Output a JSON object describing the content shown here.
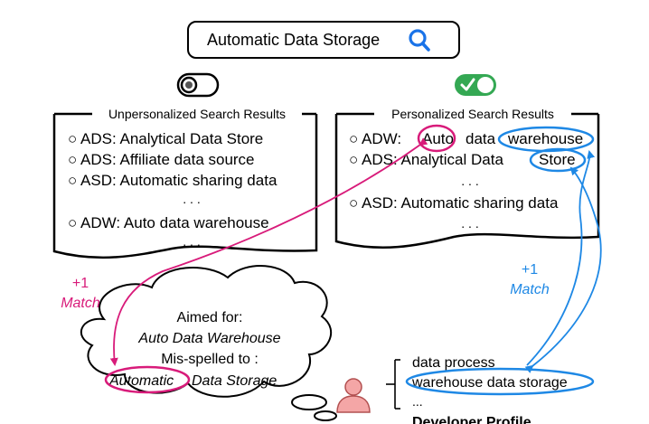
{
  "search": {
    "query": "Automatic Data Storage",
    "icon": "search-icon",
    "icon_color": "#1a73e8"
  },
  "toggles": {
    "off_icon": "toggle-off-icon",
    "on_icon": "toggle-on-icon",
    "on_color": "#34a853"
  },
  "unpersonalized": {
    "title": "Unpersonalized Search Results",
    "items": [
      "○ ADS: Analytical Data Store",
      "○ ADS: Affiliate data source",
      "○ ASD: Automatic sharing data",
      ". . .",
      "○ ADW: Auto data warehouse",
      ". . ."
    ]
  },
  "personalized": {
    "title": "Personalized Search Results",
    "row1_prefix": "○ ADW:",
    "row1_auto": "Auto",
    "row1_mid": "data",
    "row1_warehouse": "warehouse",
    "row2_prefix": "○ ADS: Analytical Data",
    "row2_store": "Store",
    "dots1": ". . .",
    "row3": "○ ASD: Automatic sharing data",
    "dots2": ". . ."
  },
  "match_left": {
    "plus": "+1",
    "label": "Match",
    "color": "#d81b7a"
  },
  "match_right": {
    "plus": "+1",
    "label": "Match",
    "color": "#1e88e5"
  },
  "cloud": {
    "line1": "Aimed for:",
    "line2": "Auto Data Warehouse",
    "line3": "Mis-spelled to :",
    "line4_auto": "Automatic",
    "line4_rest": "Data Storage"
  },
  "profile": {
    "icon": "user-icon",
    "icon_color": "#f4a6a6",
    "items": [
      "data process",
      "warehouse data storage",
      "..."
    ],
    "title": "Developer Profile"
  }
}
